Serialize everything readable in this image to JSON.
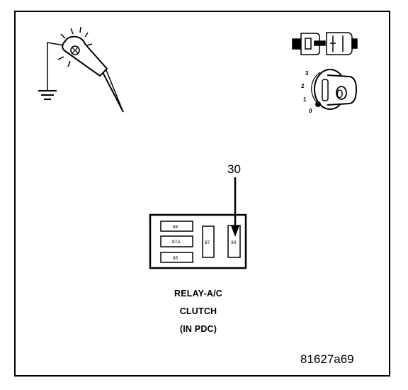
{
  "caption": {
    "line1": "RELAY-A/C",
    "line2": "CLUTCH",
    "line3": "(IN PDC)"
  },
  "figure_id": "81627a69",
  "callout": {
    "terminal_label": "30"
  },
  "relay": {
    "terminals": [
      "86",
      "87A",
      "85",
      "87",
      "30"
    ]
  },
  "ignition": {
    "positions": [
      "3",
      "2",
      "1",
      "0"
    ],
    "key_label": "0"
  },
  "icons": [
    "test-light-to-ground-icon",
    "connector-disconnected-icon",
    "ignition-key-off-icon"
  ]
}
